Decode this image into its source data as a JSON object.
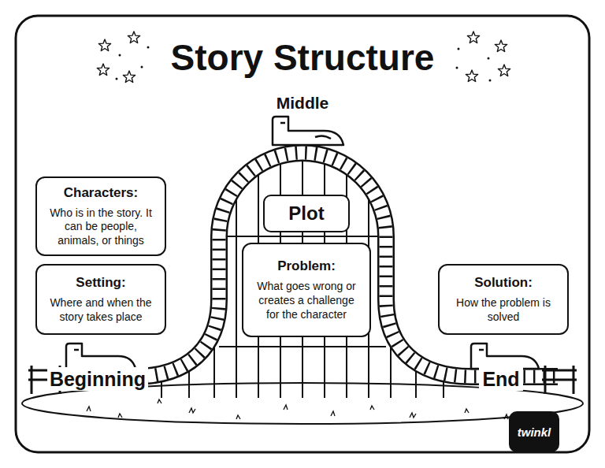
{
  "diagram": {
    "title": "Story Structure",
    "nodes": [
      {
        "text": [
          "Characters:",
          "Who is in the story. It can be people, animals, or things"
        ]
      },
      {
        "text": [
          "Setting:",
          "Where and when the story takes place"
        ]
      },
      {
        "text": [
          "Plot"
        ]
      },
      {
        "text": [
          "Problem:",
          "What goes wrong or creates a challenge for the character"
        ]
      },
      {
        "text": [
          "Solution:",
          "How the problem is solved"
        ]
      }
    ],
    "labels": [
      "Middle",
      "Beginning",
      "End",
      "twinkl"
    ]
  }
}
